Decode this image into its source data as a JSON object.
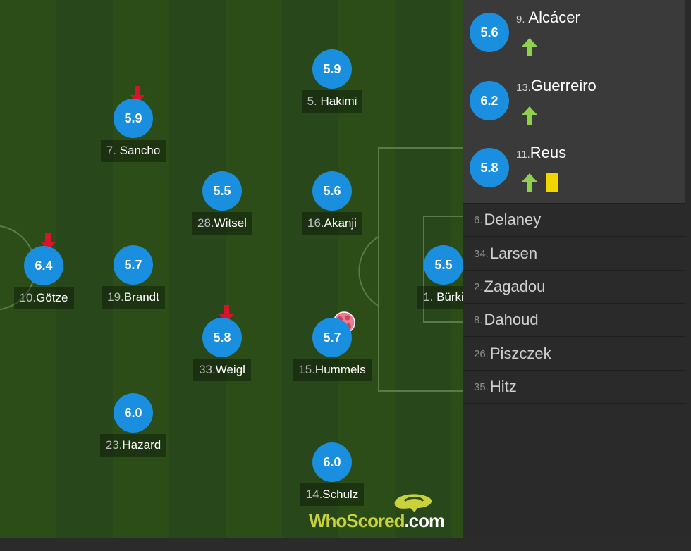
{
  "players": [
    {
      "id": "hakimi",
      "number": "5.",
      "name": "Hakimi",
      "rating": "5.9",
      "subbed_off": false,
      "goal": false
    },
    {
      "id": "sancho",
      "number": "7.",
      "name": "Sancho",
      "rating": "5.9",
      "subbed_off": true,
      "goal": false
    },
    {
      "id": "witsel",
      "number": "28.",
      "name": "Witsel",
      "rating": "5.5",
      "subbed_off": false,
      "goal": false
    },
    {
      "id": "akanji",
      "number": "16.",
      "name": "Akanji",
      "rating": "5.6",
      "subbed_off": false,
      "goal": false
    },
    {
      "id": "gotze",
      "number": "10.",
      "name": "Götze",
      "rating": "6.4",
      "subbed_off": true,
      "goal": false
    },
    {
      "id": "brandt",
      "number": "19.",
      "name": "Brandt",
      "rating": "5.7",
      "subbed_off": false,
      "goal": false
    },
    {
      "id": "burki",
      "number": "1.",
      "name": "Bürki",
      "rating": "5.5",
      "subbed_off": false,
      "goal": false
    },
    {
      "id": "weigl",
      "number": "33.",
      "name": "Weigl",
      "rating": "5.8",
      "subbed_off": true,
      "goal": false
    },
    {
      "id": "hummels",
      "number": "15.",
      "name": "Hummels",
      "rating": "5.7",
      "subbed_off": false,
      "goal": true
    },
    {
      "id": "hazard",
      "number": "23.",
      "name": "Hazard",
      "rating": "6.0",
      "subbed_off": false,
      "goal": false
    },
    {
      "id": "schulz",
      "number": "14.",
      "name": "Schulz",
      "rating": "6.0",
      "subbed_off": false,
      "goal": false
    }
  ],
  "substitutes_used": [
    {
      "number": "9.",
      "name": "Alcácer",
      "rating": "5.6",
      "yellow_card": false
    },
    {
      "number": "13.",
      "name": "Guerreiro",
      "rating": "6.2",
      "yellow_card": false
    },
    {
      "number": "11.",
      "name": "Reus",
      "rating": "5.8",
      "yellow_card": true
    }
  ],
  "bench": [
    {
      "number": "6.",
      "name": "Delaney"
    },
    {
      "number": "34.",
      "name": "Larsen"
    },
    {
      "number": "2.",
      "name": "Zagadou"
    },
    {
      "number": "8.",
      "name": "Dahoud"
    },
    {
      "number": "26.",
      "name": "Piszczek"
    },
    {
      "number": "35.",
      "name": "Hitz"
    }
  ],
  "logo": {
    "brand": "WhoScored",
    "suffix": ".com"
  },
  "colors": {
    "rating_bg": "#1a8fdf",
    "sub_off_arrow": "#d9132c",
    "sub_on_arrow": "#8fd14f",
    "yellow_card": "#f2d600",
    "logo_green": "#c9d23a"
  },
  "icons": {
    "sub_off": "red-down-arrow",
    "sub_on": "green-up-arrow",
    "goal": "football-ball",
    "card": "yellow-card"
  }
}
